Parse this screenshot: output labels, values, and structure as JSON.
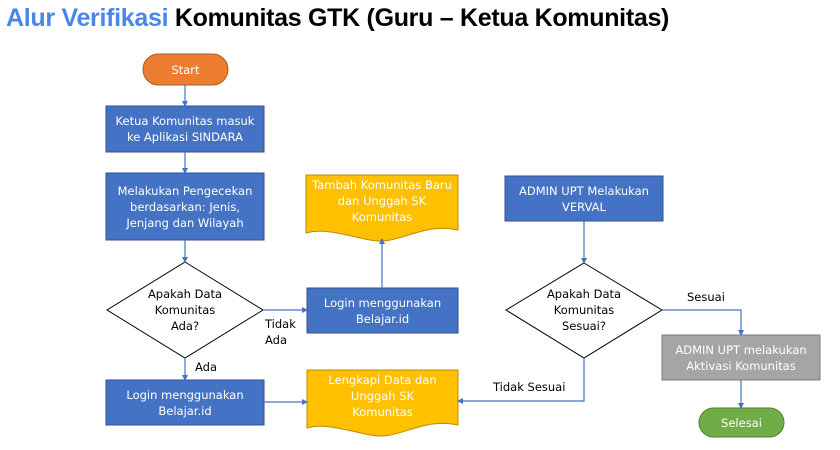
{
  "title": {
    "accent": "Alur Verifikasi",
    "rest": "Komunitas GTK (Guru – Ketua Komunitas)"
  },
  "colors": {
    "accent": "#4a86e8",
    "process_blue": "#4472c4",
    "start_orange": "#ed7d31",
    "end_green": "#70ad47",
    "document_yellow": "#ffc000",
    "gray_process": "#a5a5a5",
    "arrow": "#4472c4"
  },
  "nodes": {
    "start": "Start",
    "masuk_sindara": "Ketua Komunitas masuk ke Aplikasi SINDARA",
    "pengecekan": "Melakukan Pengecekan berdasarkan: Jenis, Jenjang dan Wilayah",
    "decision_ada": "Apakah Data Komunitas Ada?",
    "login_tidak_ada": "Login menggunakan Belajar.id",
    "tambah_komunitas": "Tambah Komunitas Baru dan Unggah SK Komunitas",
    "login_ada": "Login menggunakan Belajar.id",
    "lengkapi_data": "Lengkapi Data dan Unggah SK Komunitas",
    "admin_verval": "ADMIN UPT Melakukan VERVAL",
    "decision_sesuai": "Apakah Data Komunitas Sesuai?",
    "admin_aktivasi": "ADMIN UPT melakukan Aktivasi Komunitas",
    "selesai": "Selesai"
  },
  "edge_labels": {
    "tidak_ada": "Tidak Ada",
    "ada": "Ada",
    "sesuai": "Sesuai",
    "tidak_sesuai": "Tidak Sesuai"
  }
}
